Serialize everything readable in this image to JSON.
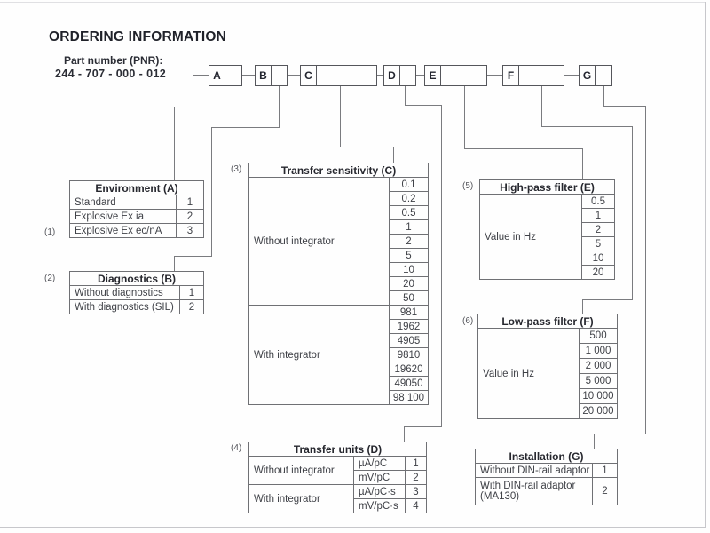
{
  "page": {
    "title": "ORDERING INFORMATION",
    "part_number_label": "Part number (PNR):",
    "part_number_value": "244 - 707 - 000 - 012"
  },
  "colors": {
    "ink": "#26272e",
    "table_border": "#6f7074",
    "connector_line": "#7a7b7f"
  },
  "code_strip": {
    "letters": [
      "A",
      "B",
      "C",
      "D",
      "E",
      "F",
      "G"
    ]
  },
  "tables": {
    "environment": {
      "footnote": "(1)",
      "title": "Environment (A)",
      "rows": [
        {
          "label": "Standard",
          "value": "1"
        },
        {
          "label": "Explosive Ex ia",
          "value": "2"
        },
        {
          "label": "Explosive Ex ec/nA",
          "value": "3"
        }
      ]
    },
    "diagnostics": {
      "footnote": "(2)",
      "title": "Diagnostics (B)",
      "rows": [
        {
          "label": "Without diagnostics",
          "value": "1"
        },
        {
          "label": "With diagnostics (SIL)",
          "value": "2"
        }
      ]
    },
    "transfer_sensitivity": {
      "footnote": "(3)",
      "title": "Transfer sensitivity (C)",
      "without_integrator_label": "Without integrator",
      "without_integrator_values": [
        "0.1",
        "0.2",
        "0.5",
        "1",
        "2",
        "5",
        "10",
        "20",
        "50"
      ],
      "with_integrator_label": "With integrator",
      "with_integrator_values": [
        "981",
        "1962",
        "4905",
        "9810",
        "19620",
        "49050",
        "98 100"
      ]
    },
    "transfer_units": {
      "footnote": "(4)",
      "title": "Transfer units (D)",
      "without_integrator_label": "Without integrator",
      "with_integrator_label": "With integrator",
      "rows": [
        {
          "unit": "µA/pC",
          "value": "1"
        },
        {
          "unit": "mV/pC",
          "value": "2"
        },
        {
          "unit": "µA/pC·s",
          "value": "3"
        },
        {
          "unit": "mV/pC·s",
          "value": "4"
        }
      ]
    },
    "high_pass_filter": {
      "footnote": "(5)",
      "title": "High-pass filter (E)",
      "group_label": "Value in Hz",
      "values": [
        "0.5",
        "1",
        "2",
        "5",
        "10",
        "20"
      ]
    },
    "low_pass_filter": {
      "footnote": "(6)",
      "title": "Low-pass filter (F)",
      "group_label": "Value in Hz",
      "values": [
        "500",
        "1 000",
        "2 000",
        "5 000",
        "10 000",
        "20 000"
      ]
    },
    "installation": {
      "title": "Installation (G)",
      "rows": [
        {
          "label": "Without DIN-rail adaptor",
          "value": "1"
        },
        {
          "label": "With DIN-rail adaptor (MA130)",
          "value": "2"
        }
      ]
    }
  }
}
